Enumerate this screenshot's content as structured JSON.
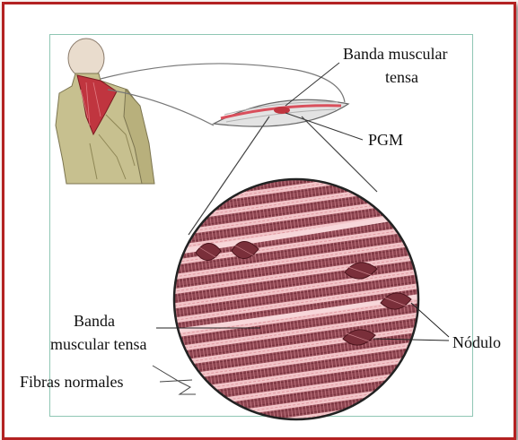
{
  "labels": {
    "banda_top_line1": "Banda muscular",
    "banda_top_line2": "tensa",
    "pgm": "PGM",
    "banda_left_line1": "Banda",
    "banda_left_line2": "muscular tensa",
    "fibras_normales": "Fibras normales",
    "nodulo": "Nódulo"
  },
  "colors": {
    "frame_border": "#b32222",
    "inner_frame": "#8fc6b4",
    "fiber_dark": "#7a2f3a",
    "fiber_light": "#f2c4c8",
    "highlight": "#d94f5c"
  },
  "icons": {
    "back_figure": "human-back-icon",
    "muscle_lens": "muscle-band-icon",
    "magnified_view": "magnified-fibers-icon"
  }
}
